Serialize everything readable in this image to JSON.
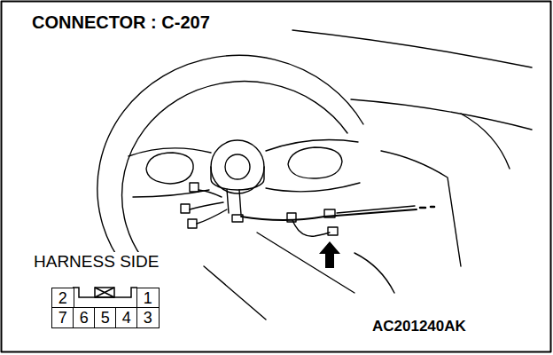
{
  "diagram": {
    "title": "CONNECTOR : C-207",
    "nodes": [
      {
        "text": [
          "2"
        ]
      },
      {
        "text": [
          "1"
        ]
      },
      {
        "text": [
          "7"
        ]
      },
      {
        "text": [
          "6"
        ]
      },
      {
        "text": [
          "5"
        ]
      },
      {
        "text": [
          "4"
        ]
      },
      {
        "text": [
          "3"
        ]
      }
    ],
    "labels": [
      "HARNESS SIDE",
      "AC201240AK"
    ]
  }
}
